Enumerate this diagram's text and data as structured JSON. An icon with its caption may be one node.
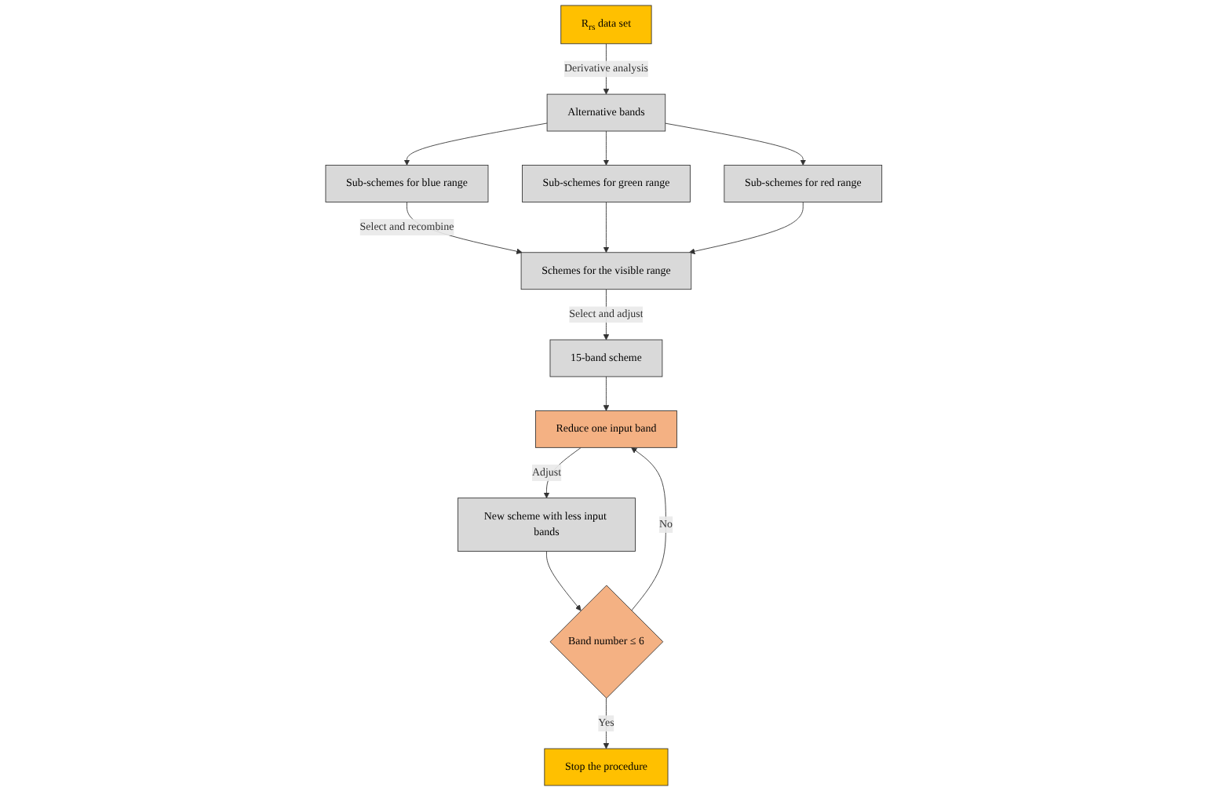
{
  "diagram": {
    "nodes": [
      {
        "text": [
          "R$_{rs}$ data set"
        ]
      },
      {
        "text": [
          "Alternative bands"
        ]
      },
      {
        "text": [
          "Sub-schemes for blue range"
        ]
      },
      {
        "text": [
          "Sub-schemes for green range"
        ]
      },
      {
        "text": [
          "Sub-schemes for red range"
        ]
      },
      {
        "text": [
          "Schemes for the visible range"
        ]
      },
      {
        "text": [
          "15-band scheme"
        ]
      },
      {
        "text": [
          "Reduce one input band"
        ]
      },
      {
        "text": [
          "New scheme with less input bands"
        ]
      },
      {
        "text": [
          "Band number ≤ 6"
        ]
      },
      {
        "text": [
          "Stop the procedure"
        ]
      }
    ],
    "edges": [
      {
        "from": 0,
        "to": 1,
        "arrow": "to",
        "label": "Derivative analysis"
      },
      {
        "from": 1,
        "to": 2,
        "arrow": "to"
      },
      {
        "from": 1,
        "to": 3,
        "arrow": "to"
      },
      {
        "from": 1,
        "to": 4,
        "arrow": "to"
      },
      {
        "from": 2,
        "to": 5,
        "arrow": "to",
        "label": "Select and recombine"
      },
      {
        "from": 3,
        "to": 5,
        "arrow": "to"
      },
      {
        "from": 4,
        "to": 5,
        "arrow": "to"
      },
      {
        "from": 5,
        "to": 6,
        "arrow": "to",
        "label": "Select and adjust"
      },
      {
        "from": 6,
        "to": 7,
        "arrow": "to"
      },
      {
        "from": 7,
        "to": 8,
        "arrow": "to",
        "label": "Adjust"
      },
      {
        "from": 8,
        "to": 9,
        "arrow": "to"
      },
      {
        "from": 9,
        "to": 10,
        "arrow": "to",
        "label": "Yes"
      },
      {
        "from": 9,
        "to": 7,
        "arrow": "to",
        "label": "No"
      }
    ]
  }
}
